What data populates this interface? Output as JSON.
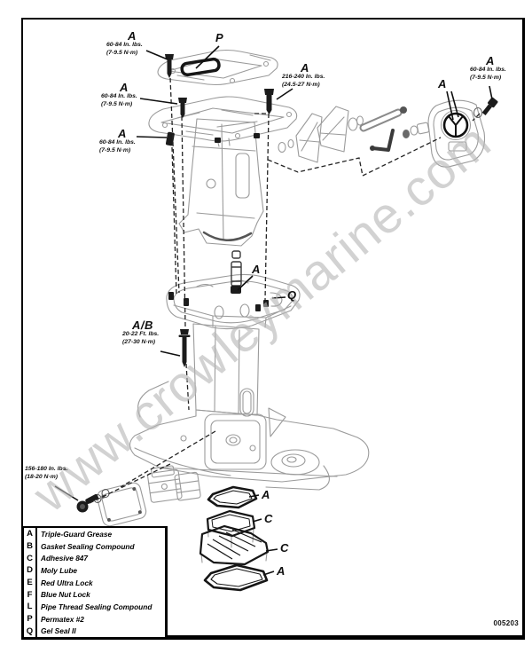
{
  "diagram": {
    "watermark": "www.crowleymarine.com",
    "figure_number": "005203"
  },
  "callouts": {
    "top_bolt": {
      "letter": "A",
      "line1": "60-84 In. lbs.",
      "line2": "(7-9.5 N·m)"
    },
    "gasket_top": {
      "letter": "P"
    },
    "mid_bolt": {
      "letter": "A",
      "line1": "60-84 In. lbs.",
      "line2": "(7-9.5 N·m)"
    },
    "lower_bolt": {
      "letter": "A",
      "line1": "60-84 In. lbs.",
      "line2": "(7-9.5 N·m)"
    },
    "center_bolt": {
      "letter": "A",
      "line1": "216-240 In. lbs.",
      "line2": "(24.5-27 N·m)"
    },
    "pump_screw": {
      "letter": "A",
      "line1": "60-84 In. lbs.",
      "line2": "(7-9.5 N·m)"
    },
    "pump_face": {
      "letter": "A"
    },
    "dowel": {
      "letter": "A"
    },
    "gel_seal": {
      "letter": "Q"
    },
    "stud_bolt": {
      "letter": "A/B",
      "line1": "20-22 Ft. lbs.",
      "line2": "(27-30 N·m)"
    },
    "anode_screw": {
      "line1": "156-180 In. lbs.",
      "line2": "(18-20 N·m)"
    },
    "screen_gasket_top": {
      "letter": "A"
    },
    "screen_upper": {
      "letter": "C"
    },
    "screen_lower": {
      "letter": "C"
    },
    "screen_gasket_bottom": {
      "letter": "A"
    }
  },
  "legend": {
    "rows": [
      {
        "letter": "A",
        "label": "Triple-Guard Grease"
      },
      {
        "letter": "B",
        "label": "Gasket Sealing Compound"
      },
      {
        "letter": "C",
        "label": "Adhesive 847"
      },
      {
        "letter": "D",
        "label": "Moly Lube"
      },
      {
        "letter": "E",
        "label": "Red Ultra Lock"
      },
      {
        "letter": "F",
        "label": "Blue Nut Lock"
      },
      {
        "letter": "L",
        "label": "Pipe Thread Sealing Compound"
      },
      {
        "letter": "P",
        "label": "Permatex #2"
      },
      {
        "letter": "Q",
        "label": "Gel Seal II"
      }
    ]
  }
}
